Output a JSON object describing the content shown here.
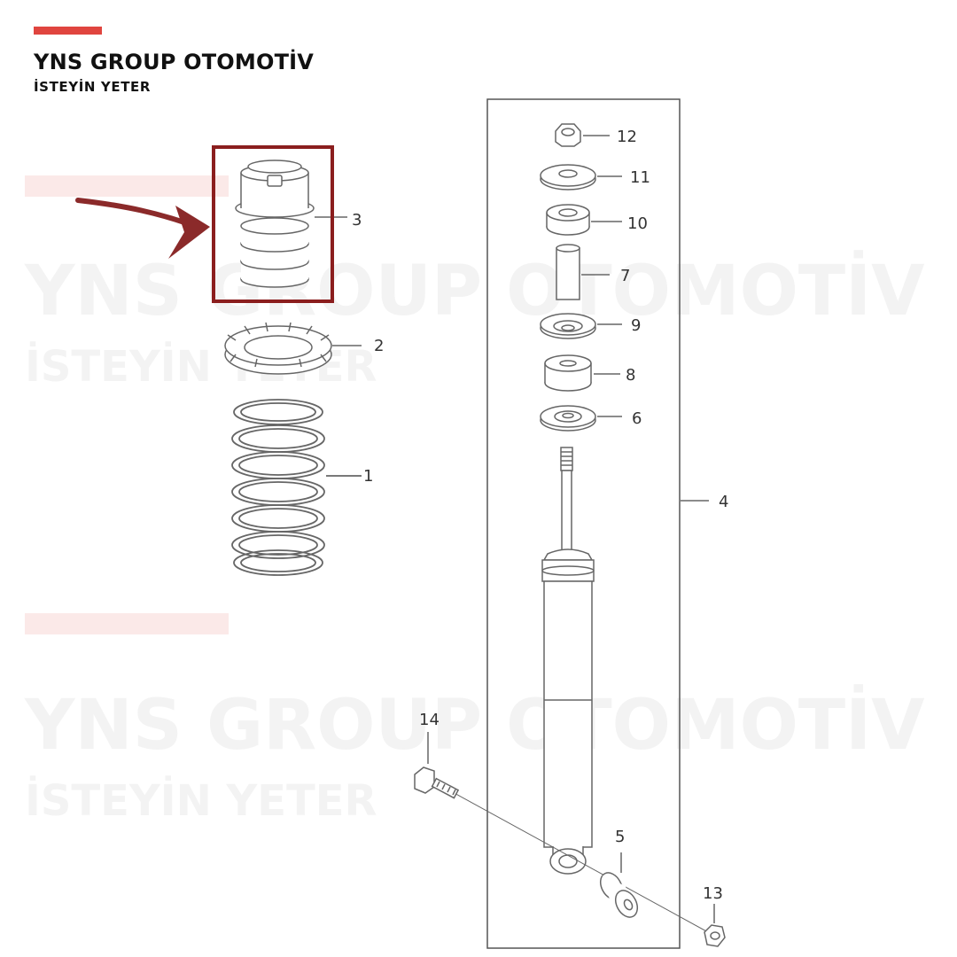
{
  "brand": {
    "title": "YNS GROUP OTOMOTİV",
    "subtitle": "İSTEYİN YETER",
    "accent_color": "#e0453f"
  },
  "watermark": {
    "title": "YNS GROUP OTOMOTİV",
    "subtitle": "İSTEYİN YETER"
  },
  "highlight": {
    "part": "3",
    "box_color": "#8b1e1e",
    "arrow_color": "#8b2a2a"
  },
  "callouts": {
    "p1": "1",
    "p2": "2",
    "p3": "3",
    "p4": "4",
    "p5": "5",
    "p6": "6",
    "p7": "7",
    "p8": "8",
    "p9": "9",
    "p10": "10",
    "p11": "11",
    "p12": "12",
    "p13": "13",
    "p14": "14"
  }
}
